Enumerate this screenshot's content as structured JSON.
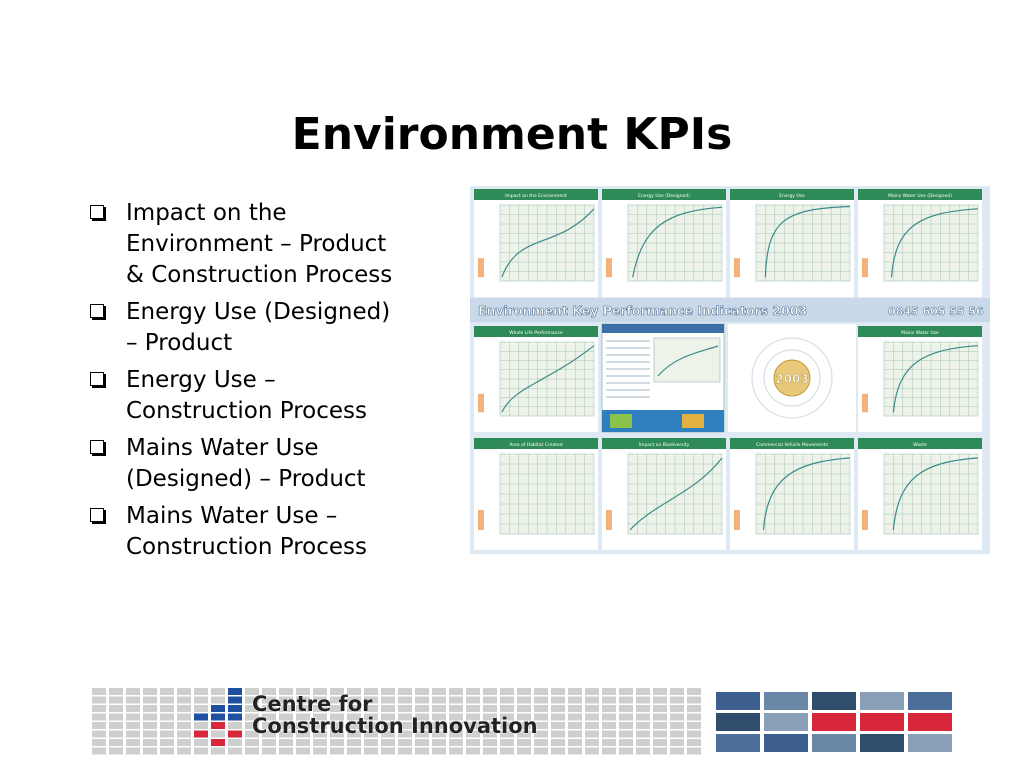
{
  "slide": {
    "title": "Environment KPIs",
    "bullets": [
      "Impact on the\nEnvironment – Product\n&  Construction Process",
      "Energy Use (Designed)\n– Product",
      "Energy Use –\nConstruction Process",
      "Mains Water Use\n(Designed) – Product",
      "Mains Water Use –\nConstruction Process"
    ]
  },
  "poster": {
    "banner_title": "Environment Key Performance Indicators 2003",
    "banner_phone": "0845 605 55 56",
    "year_badge": "2003",
    "panels": [
      "Impact on the Environment",
      "Energy Use (Designed)",
      "Energy Use",
      "Mains Water Use (Designed)",
      "Whole Life Performance",
      "Mains Water Use",
      "Area of Habitat Created",
      "Impact on Biodiversity",
      "Commercial Vehicle Movements",
      "Waste"
    ],
    "colors": {
      "header": "#2e8b57",
      "grid_bg": "#eef3ea",
      "grid_line": "#8fb8a8",
      "curve": "#3c8a8a",
      "banner": "#c9d9ea"
    }
  },
  "footer": {
    "logo_line1": "Centre for",
    "logo_line2": "Construction  Innovation",
    "colors": {
      "blue": "#1f4fa0",
      "red": "#d8263a",
      "grey": "#cfcfcf",
      "text": "#222222"
    }
  }
}
